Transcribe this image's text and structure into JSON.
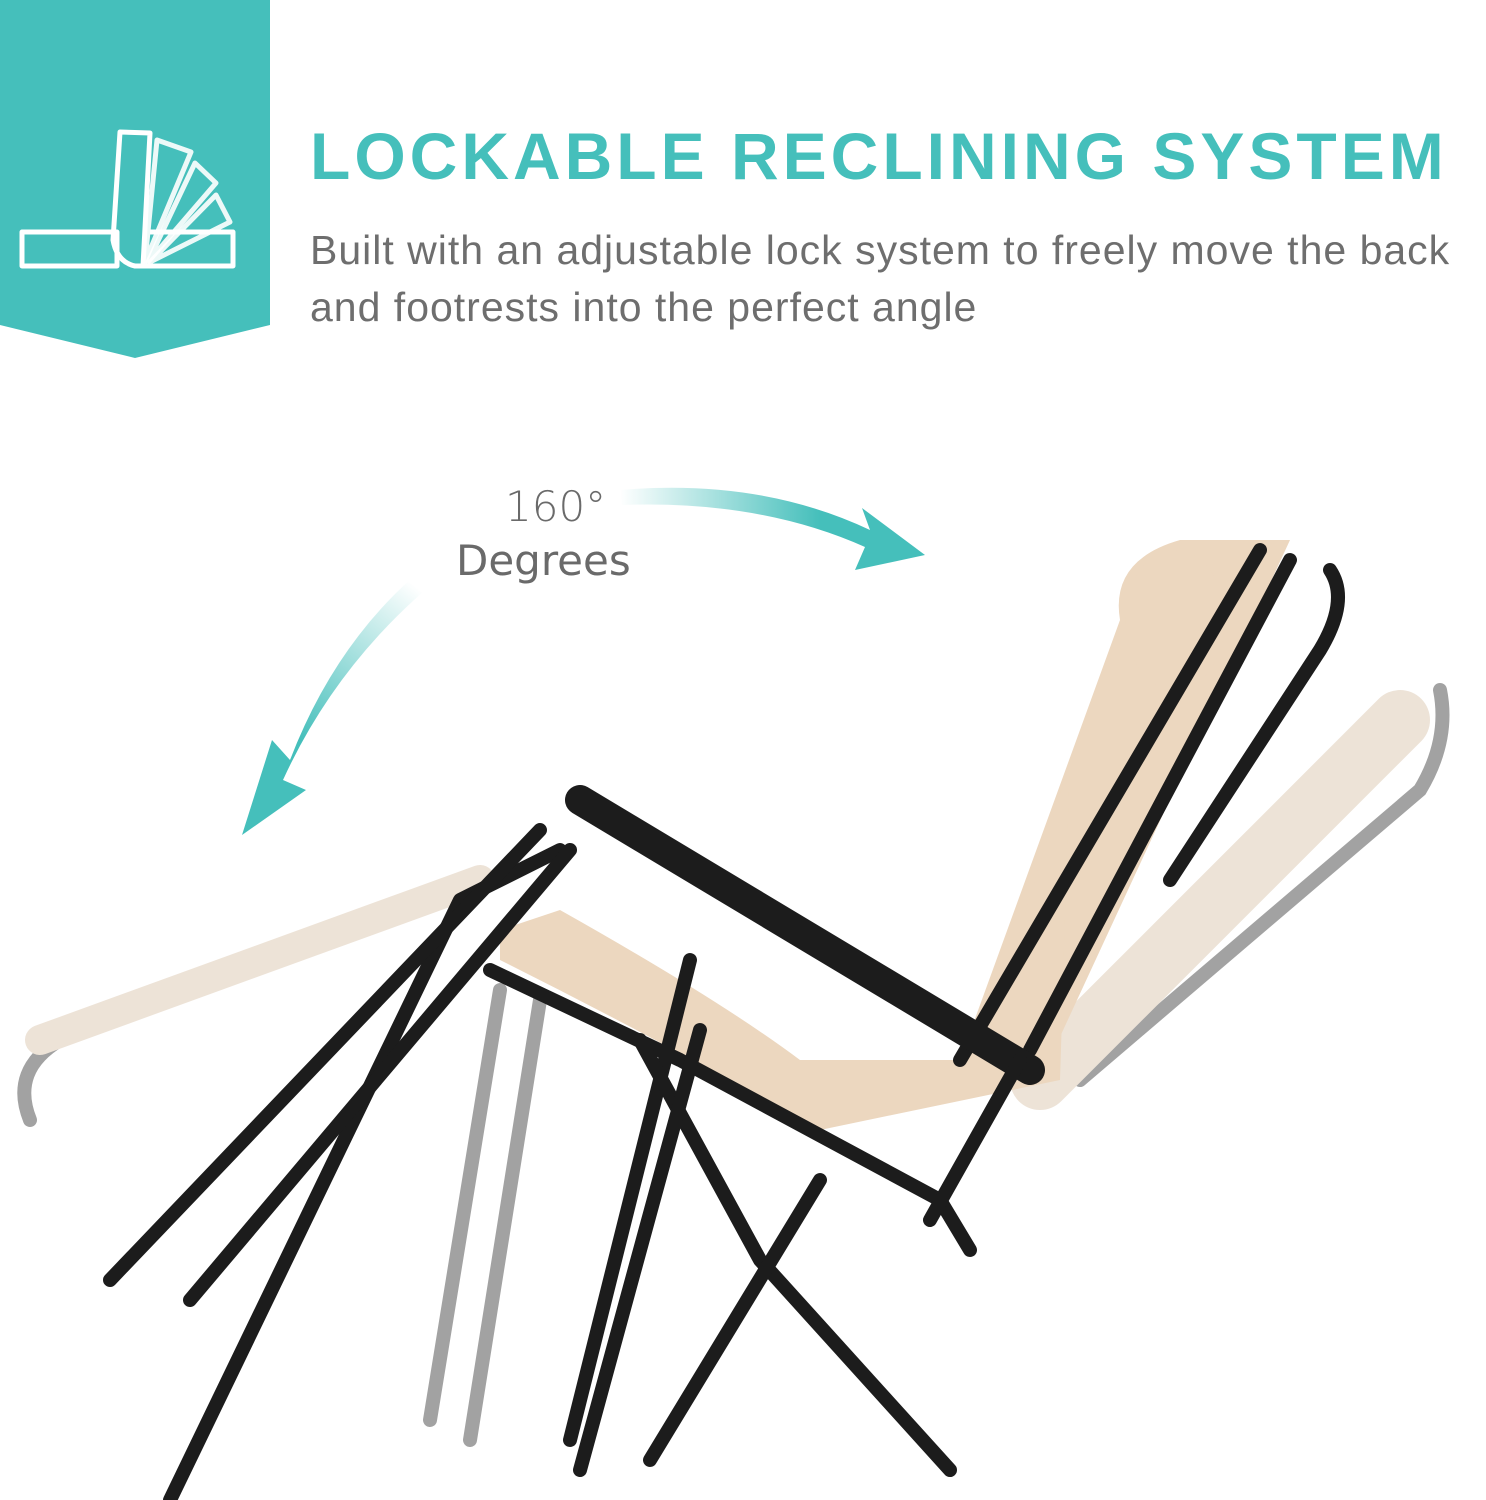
{
  "header": {
    "title": "LOCKABLE RECLINING SYSTEM",
    "subtitle": "Built with an adjustable lock system to freely move the back and footrests into the perfect angle",
    "icon": "recline-angle-icon"
  },
  "annotation": {
    "angle": "160°",
    "label": "Degrees"
  },
  "colors": {
    "accent": "#45bfbb",
    "text": "#6e6e6e",
    "fabric": "#ecd7bf",
    "frame": "#1c1c1c"
  }
}
